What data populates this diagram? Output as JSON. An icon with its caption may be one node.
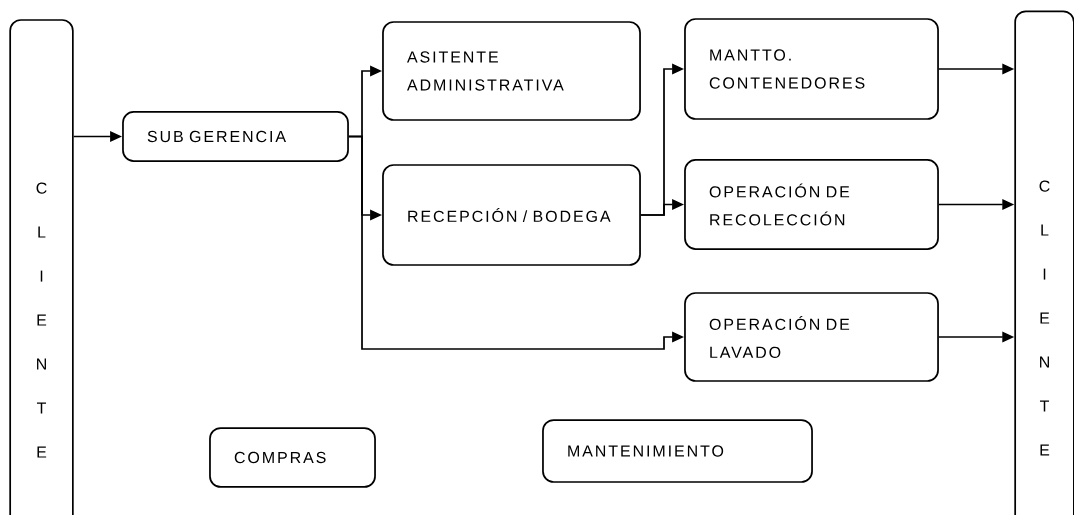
{
  "diagram": {
    "nodes": [
      {
        "text": [
          "C L I E N T E"
        ]
      },
      {
        "text": [
          "SUB GERENCIA"
        ]
      },
      {
        "text": [
          "ASITENTE ADMINISTRATIVA"
        ]
      },
      {
        "text": [
          "RECEPCIÓN / BODEGA"
        ]
      },
      {
        "text": [
          "MANTTO. CONTENEDORES"
        ]
      },
      {
        "text": [
          "OPERACIÓN DE RECOLECCIÓN"
        ]
      },
      {
        "text": [
          "OPERACIÓN DE LAVADO"
        ]
      },
      {
        "text": [
          "COMPRAS"
        ]
      },
      {
        "text": [
          "MANTENIMIENTO"
        ]
      },
      {
        "text": [
          "C L I E N T E"
        ]
      }
    ],
    "edges": [
      {
        "from": 0,
        "to": 1,
        "arrow": "to"
      },
      {
        "from": 1,
        "to": 2,
        "arrow": "to"
      },
      {
        "from": 1,
        "to": 3,
        "arrow": "to"
      },
      {
        "from": 1,
        "to": 6,
        "arrow": "to"
      },
      {
        "from": 3,
        "to": 4,
        "arrow": "to"
      },
      {
        "from": 3,
        "to": 5,
        "arrow": "to"
      },
      {
        "from": 4,
        "to": 9,
        "arrow": "to"
      },
      {
        "from": 5,
        "to": 9,
        "arrow": "to"
      },
      {
        "from": 6,
        "to": 9,
        "arrow": "to"
      }
    ]
  }
}
